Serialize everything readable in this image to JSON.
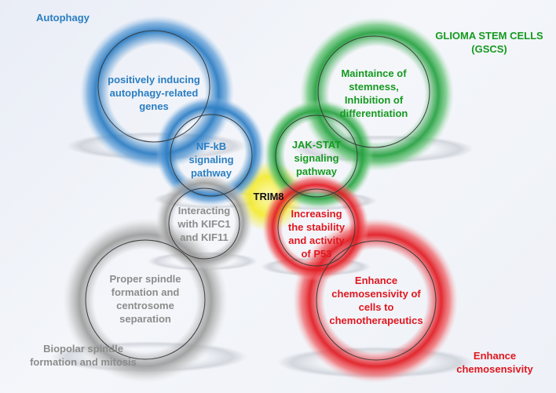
{
  "colors": {
    "blue": "#2f7fc4",
    "green": "#2aa344",
    "red": "#e21f26",
    "gray": "#9a9a9a",
    "yellow": "#f3ea2a",
    "text_blue": "#2a7ec2",
    "text_green": "#159a20",
    "text_red": "#e0171f",
    "text_gray": "#8c8c8c",
    "text_black": "#111111"
  },
  "corners": {
    "autophagy": "Autophagy",
    "gscs_line1": "GLIOMA STEM CELLS",
    "gscs_line2": "(GSCS)",
    "biopolar_line1": "Biopolar spindle",
    "biopolar_line2": "formation and mitosis",
    "chemo_line1": "Enhance",
    "chemo_line2": "chemosensivity"
  },
  "center": {
    "label": "TRIM8"
  },
  "circles": {
    "autophagy_genes": [
      "positively inducing",
      "autophagy-related",
      "genes"
    ],
    "nfkb": [
      "NF-kB",
      "signaling",
      "pathway"
    ],
    "stemness": [
      "Maintaince of",
      "stemness,",
      "Inhibition of",
      "differentiation"
    ],
    "jakstat": [
      "JAK-STAT",
      "signaling",
      "pathway"
    ],
    "kifc1": [
      "Interacting",
      "with KIFC1",
      "and KIF11"
    ],
    "p53": [
      "Increasing",
      "the stability",
      "and activity",
      "of P53"
    ],
    "spindle": [
      "Proper spindle",
      "formation and",
      "centrosome",
      "separation"
    ],
    "chemo": [
      "Enhance",
      "chemosensivity  of",
      "cells to",
      "chemotherapeutics"
    ]
  }
}
